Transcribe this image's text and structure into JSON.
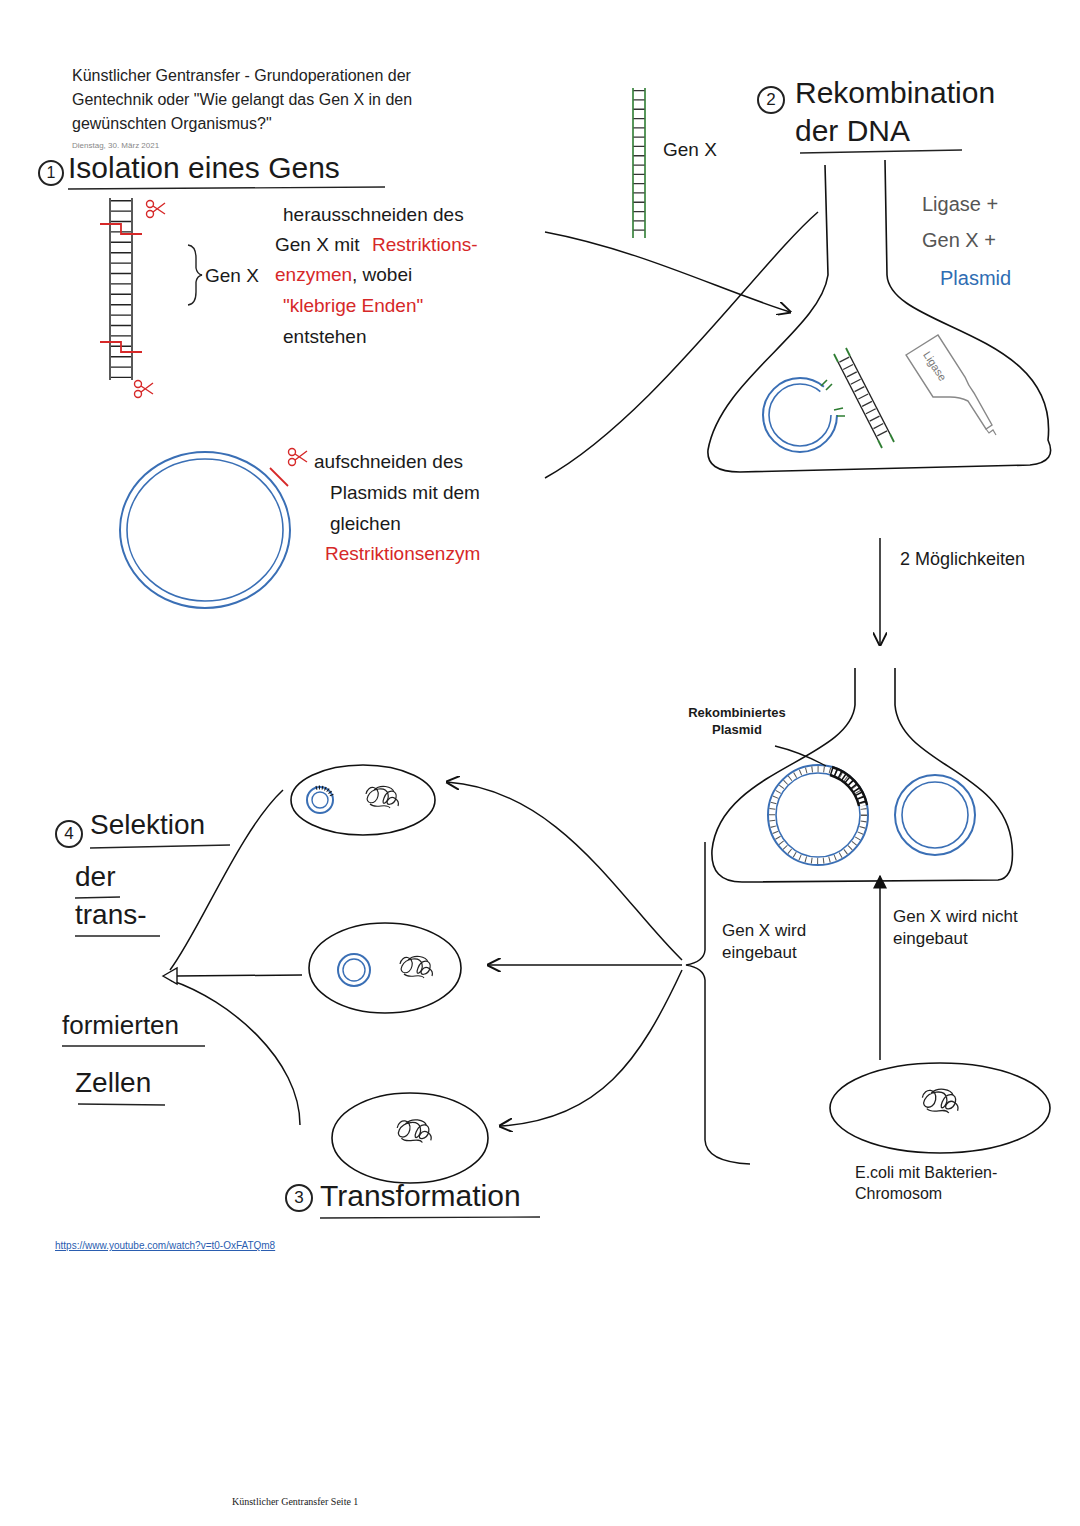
{
  "diagram": {
    "title": "Künstlicher Gentransfer - Grundoperationen der Gentechnik oder \"Wie gelangt das Gen X in den gewünschten Organismus?\"",
    "nodes": [
      {
        "text": [
          "Ligase + Gen X +",
          "Plasmid"
        ]
      },
      {
        "text": [
          "Ligase"
        ],
        "in": 0
      }
    ],
    "labels": [
      "Dienstag, 30. März 2021",
      "1",
      "Isolation eines Gens",
      "Gen X",
      "herausschneiden des",
      "Gen X mit",
      "Restriktions-",
      "enzymen",
      ", wobei",
      "\"klebrige Enden\"",
      "entstehen",
      "aufschneiden des",
      "Plasmids mit dem",
      "gleichen",
      "Restriktionsenzym",
      "Gen X",
      "2",
      "Rekombination der DNA",
      "2 Möglichkeiten",
      "Rekombiniertes Plasmid",
      "Gen X wird eingebaut",
      "Gen X wird nicht eingebaut",
      "E.coli mit Bakterien-Chromosom",
      "3",
      "Transformation",
      "4",
      "Selektion",
      "der",
      "trans-",
      "formierten",
      "Zellen",
      "https://www.youtube.com/watch?v=t0-OxFATQm8",
      "Künstlicher Gentransfer Seite 1"
    ]
  }
}
